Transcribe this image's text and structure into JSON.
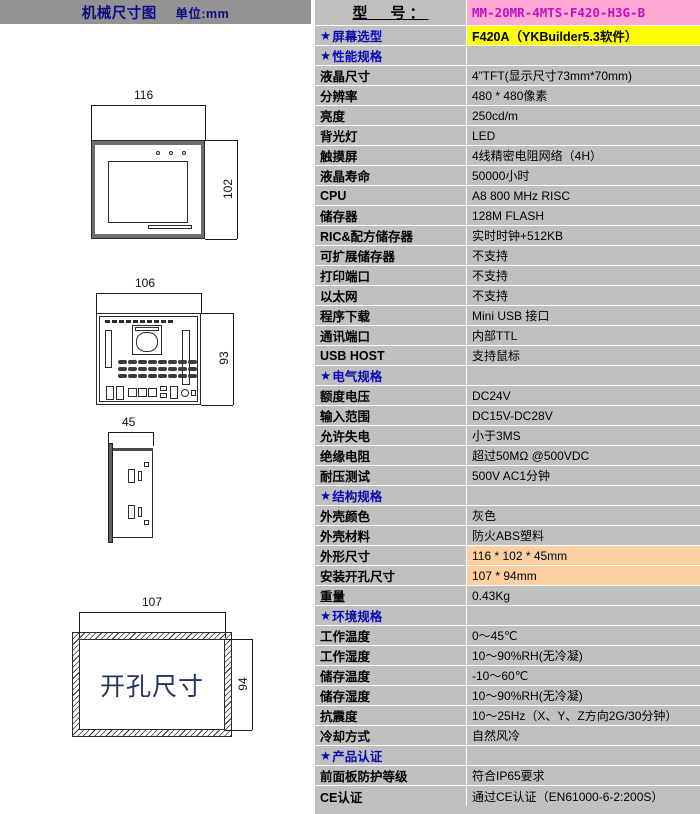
{
  "drawing": {
    "header_title": "机械尺寸图",
    "header_unit": "单位:mm",
    "front_view": {
      "width_label": "116",
      "height_label": "102"
    },
    "rear_view": {
      "width_label": "106",
      "height_label": "93"
    },
    "side_view": {
      "depth_label": "45"
    },
    "cutout_view": {
      "width_label": "107",
      "height_label": "94",
      "caption": "开孔尺寸"
    }
  },
  "spec": {
    "model_label": "型　号：",
    "model_value": "MM-20MR-4MTS-F420-H3G-B",
    "rows": [
      {
        "label": "★屏幕选型",
        "value": "F420A（YKBuilder5.3软件）",
        "kind": "screen"
      },
      {
        "label": "★性能规格",
        "value": "",
        "kind": "section"
      },
      {
        "label": "液晶尺寸",
        "value": "4”TFT(显示尺寸73mm*70mm)",
        "kind": "normal"
      },
      {
        "label": "分辨率",
        "value": "480 * 480像素",
        "kind": "normal"
      },
      {
        "label": "亮度",
        "value": "250cd/m",
        "kind": "normal"
      },
      {
        "label": "背光灯",
        "value": "LED",
        "kind": "normal"
      },
      {
        "label": "触摸屏",
        "value": "4线精密电阻网络（4H）",
        "kind": "normal"
      },
      {
        "label": "液晶寿命",
        "value": "50000小时",
        "kind": "normal"
      },
      {
        "label": "CPU",
        "value": "A8 800 MHz RISC",
        "kind": "normal"
      },
      {
        "label": "储存器",
        "value": "128M FLASH",
        "kind": "normal"
      },
      {
        "label": "RIC&配方储存器",
        "value": "实时时钟+512KB",
        "kind": "normal"
      },
      {
        "label": "可扩展储存器",
        "value": "不支持",
        "kind": "normal"
      },
      {
        "label": "打印端口",
        "value": "不支持",
        "kind": "normal"
      },
      {
        "label": "以太网",
        "value": "不支持",
        "kind": "normal"
      },
      {
        "label": "程序下载",
        "value": "Mini USB 接口",
        "kind": "normal"
      },
      {
        "label": "通讯端口",
        "value": "内部TTL",
        "kind": "normal"
      },
      {
        "label": "USB HOST",
        "value": "支持鼠标",
        "kind": "normal"
      },
      {
        "label": "★电气规格",
        "value": "",
        "kind": "section"
      },
      {
        "label": "额度电压",
        "value": "DC24V",
        "kind": "normal"
      },
      {
        "label": "输入范围",
        "value": "DC15V-DC28V",
        "kind": "normal"
      },
      {
        "label": "允许失电",
        "value": "小于3MS",
        "kind": "normal"
      },
      {
        "label": "绝缘电阻",
        "value": "超过50MΩ @500VDC",
        "kind": "normal"
      },
      {
        "label": "耐压测试",
        "value": "500V AC1分钟",
        "kind": "normal"
      },
      {
        "label": "★结构规格",
        "value": "",
        "kind": "section"
      },
      {
        "label": "外壳颜色",
        "value": "灰色",
        "kind": "normal"
      },
      {
        "label": "外壳材料",
        "value": "防火ABS塑料",
        "kind": "normal"
      },
      {
        "label": "外形尺寸",
        "value": "116 * 102 * 45mm",
        "kind": "highlight"
      },
      {
        "label": "安装开孔尺寸",
        "value": "107 * 94mm",
        "kind": "highlight"
      },
      {
        "label": "重量",
        "value": "0.43Kg",
        "kind": "normal"
      },
      {
        "label": "★环境规格",
        "value": "",
        "kind": "section"
      },
      {
        "label": "工作温度",
        "value": "0～45℃",
        "kind": "normal"
      },
      {
        "label": "工作湿度",
        "value": "10～90%RH(无冷凝)",
        "kind": "normal"
      },
      {
        "label": "储存温度",
        "value": "-10～60℃",
        "kind": "normal"
      },
      {
        "label": "储存湿度",
        "value": "10～90%RH(无冷凝)",
        "kind": "normal"
      },
      {
        "label": "抗震度",
        "value": "10～25Hz（X、Y、Z方向2G/30分钟）",
        "kind": "normal"
      },
      {
        "label": "冷却方式",
        "value": "自然风冷",
        "kind": "normal"
      },
      {
        "label": "★产品认证",
        "value": "",
        "kind": "section"
      },
      {
        "label": "前面板防护等级",
        "value": "符合IP65要求",
        "kind": "normal"
      },
      {
        "label": "CE认证",
        "value": "通过CE认证（EN61000-6-2:200S）",
        "kind": "normal"
      }
    ]
  },
  "colors": {
    "panel_header_bg": "#939393",
    "table_bg": "#c0c0c0",
    "model_bg": "#ffaad4",
    "model_fg": "#c010c0",
    "screen_bg": "#ffff00",
    "highlight_bg": "#fbcfa2",
    "section_fg": "#0a0ab4"
  }
}
